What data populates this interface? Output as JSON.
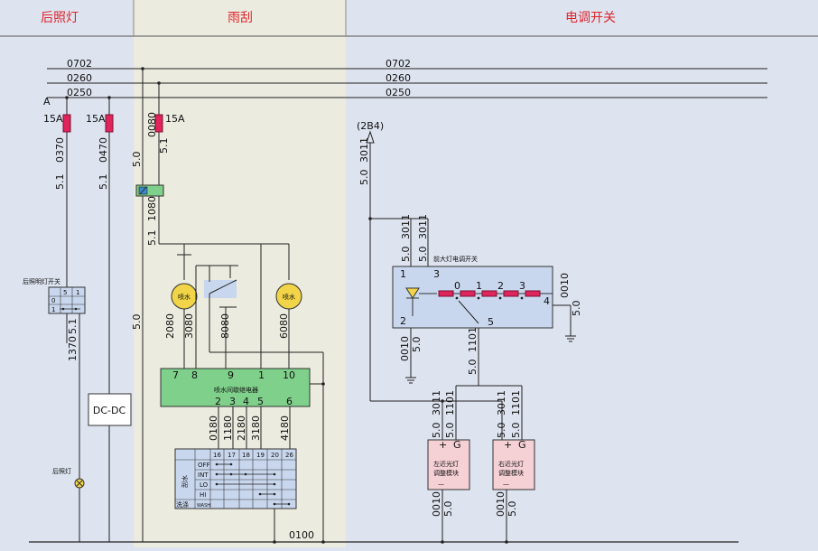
{
  "colors": {
    "background": "#dde3ef",
    "middle_band": "#ebebdf",
    "header_text": "#e0242c",
    "fuse": "#e0245c",
    "relay_block": "#7ed08a",
    "module_fill": "#f5d0d5",
    "lamp": "#f2d448",
    "switch_box": "#c9d7ee"
  },
  "headers": {
    "left": "后照灯",
    "middle": "雨刮",
    "right": "电调开关"
  },
  "bus": {
    "wire1": "0702",
    "wire2": "0260",
    "wire3": "0250"
  },
  "fuses": {
    "f1": "15A",
    "f2": "15A",
    "f3": "15A"
  },
  "wires": {
    "w0370": "0370",
    "w0470": "0470",
    "w0080": "0080",
    "w1080": "1080",
    "w1370": "1370",
    "w2080": "2080",
    "w3080": "3080",
    "w8080": "8080",
    "w6080": "6080",
    "w0180": "0180",
    "w1180": "1180",
    "w2180": "2180",
    "w3180": "3180",
    "w4180": "4180",
    "w0100": "0100",
    "w3011": "3011",
    "w0010": "0010",
    "w1101": "1101"
  },
  "gauges": {
    "g51": "5.1",
    "g50": "5.0"
  },
  "components": {
    "rear_light_switch": "后照明灯开关",
    "dcdc": "DC-DC",
    "rear_light": "后照灯",
    "pump1": "喷水",
    "pump2": "喷水",
    "relay_label": "喷水间歇继电器",
    "headlamp_switch": "前大灯电调开关",
    "left_module_l1": "左近光灯",
    "left_module_l2": "调整模块",
    "right_module_l1": "右近光灯",
    "right_module_l2": "调整模块",
    "ref_2b4": "(2B4)",
    "plus": "+",
    "g": "G",
    "minus": "—",
    "arrow_a": "A"
  },
  "relay_pins_top": [
    "7",
    "8",
    "9",
    "1",
    "10"
  ],
  "relay_pins_bottom": [
    "2",
    "3",
    "4",
    "5",
    "6"
  ],
  "rear_switch_pins": [
    "5",
    "1",
    "0",
    "1"
  ],
  "headlamp_positions": [
    "0",
    "1",
    "2",
    "3"
  ],
  "headlamp_pins": {
    "p1": "1",
    "p2": "2",
    "p3": "3",
    "p4": "4",
    "p5": "5"
  },
  "wiper_switch": {
    "columns": [
      "16",
      "17",
      "18",
      "19",
      "20",
      "26"
    ],
    "side_top": "刮水",
    "side_bottom": "洗涤",
    "rows": [
      "OFF",
      "INT",
      "LO",
      "HI",
      "WASH"
    ]
  }
}
